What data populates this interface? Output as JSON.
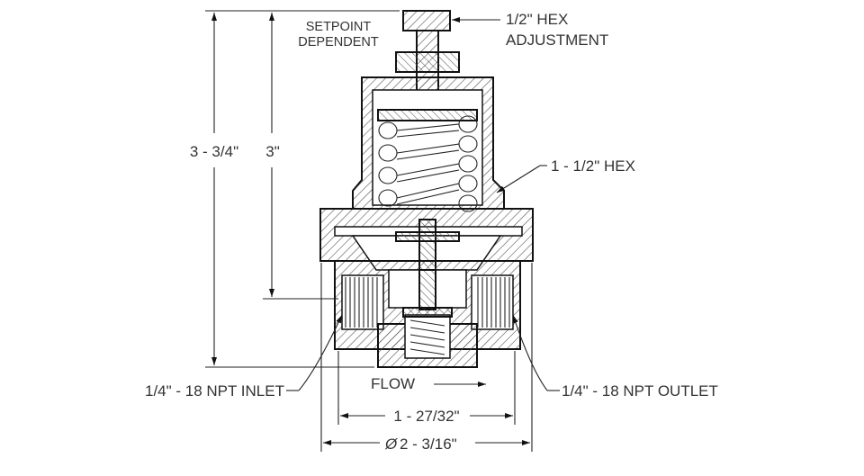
{
  "annotations": {
    "setpoint_line1": "SETPOINT",
    "setpoint_line2": "DEPENDENT",
    "hex_adj_line1": "1/2\" HEX",
    "hex_adj_line2": "ADJUSTMENT",
    "hex_body": "1 - 1/2\" HEX",
    "inlet": "1/4\" - 18 NPT INLET",
    "outlet": "1/4\" - 18 NPT OUTLET",
    "flow": "FLOW"
  },
  "dimensions": {
    "overall_height": "3 - 3/4\"",
    "height_to_ports": "3\"",
    "port_span": "1 - 27/32\"",
    "diameter_symbol": "Ø",
    "diameter_value": "2 - 3/16\""
  },
  "colors": {
    "line": "#111111",
    "text": "#333333",
    "hatch": "#555555",
    "fill": "#ffffff"
  }
}
